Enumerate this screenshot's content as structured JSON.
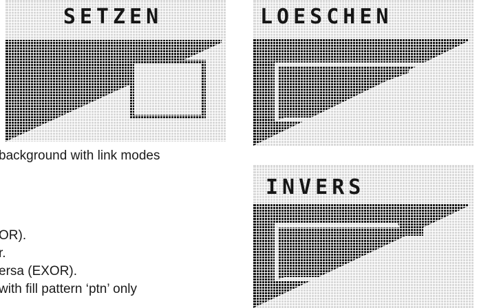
{
  "panels": [
    {
      "id": "setzen",
      "title": "SETZEN"
    },
    {
      "id": "loeschen",
      "title": "LOESCHEN"
    },
    {
      "id": "invers",
      "title": "INVERS"
    }
  ],
  "text_lines": [
    "background with link modes",
    "OR).",
    "r.",
    "ersa (EXOR).",
    "with fill pattern ‘ptn’ only"
  ],
  "colors": {
    "pixel_on": "#161616",
    "lcd_background": "#d9d9d9",
    "grid_line": "#ffffff"
  }
}
